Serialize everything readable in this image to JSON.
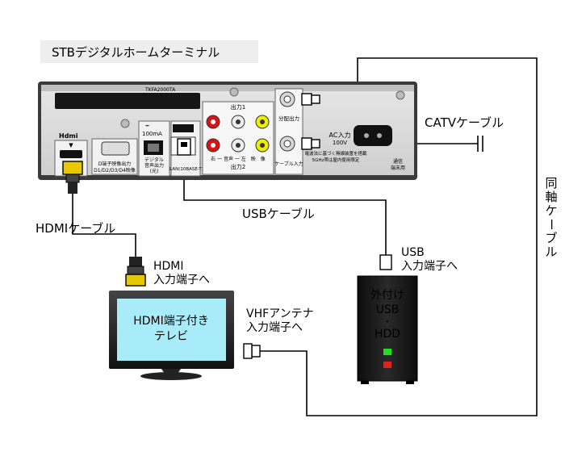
{
  "title": "STBデジタルホームターミナル",
  "device": {
    "model": "TKFA2000TA",
    "hdmi_logo": "Hdmi",
    "d_terminal_label_1": "D端子映像出力",
    "d_terminal_label_2": "D1/D2/D3/D4映像",
    "usb_power": "100mA",
    "digital_audio_1": "デジタル",
    "digital_audio_2": "音声出力",
    "digital_audio_3": "(光)",
    "lan_label": "LAN(10BASE-T)",
    "output1": "出力1",
    "output2": "出力2",
    "av_labels": "右 一 音声 一 左　映　像",
    "split_out": "分配出力",
    "cable_in": "ケーブル入力",
    "ac_in_1": "AC入力",
    "ac_in_2": "100V",
    "radio_notice_1": "電波法に基づく無線装置を搭載",
    "radio_notice_2": "5GHz帯は屋内使用限定",
    "comm_terminal_1": "通信",
    "comm_terminal_2": "端末用"
  },
  "labels": {
    "catv_cable": "CATVケーブル",
    "coax_cable": "同軸ケーブル",
    "usb_cable": "USBケーブル",
    "hdmi_cable": "HDMIケーブル",
    "hdmi_in_1": "HDMI",
    "hdmi_in_2": "入力端子へ",
    "usb_in_1": "USB",
    "usb_in_2": "入力端子へ",
    "vhf_in_1": "VHFアンテナ",
    "vhf_in_2": "入力端子へ"
  },
  "tv": {
    "line1": "HDMI端子付き",
    "line2": "テレビ"
  },
  "hdd": {
    "line1": "外付け",
    "line2": "USB",
    "line3": "・",
    "line4": "HDD"
  },
  "colors": {
    "tv_screen": "#a9ecf9",
    "hdd_led_green": "#22dd22",
    "hdd_led_red": "#dd2222",
    "title_bg": "#eeeeee"
  }
}
